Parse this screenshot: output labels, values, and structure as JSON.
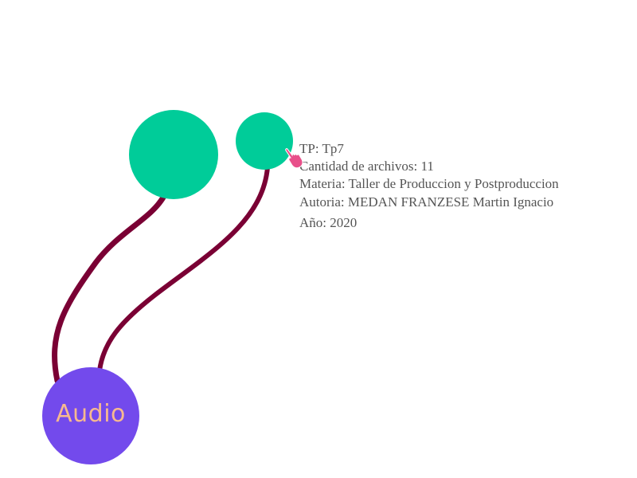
{
  "hub": {
    "label": "Audio",
    "fill_color": "#734aec",
    "label_color": "#f7b98f"
  },
  "nodes": [
    {
      "name": "node-large",
      "fill_color": "#00cc99"
    },
    {
      "name": "node-small",
      "fill_color": "#00cc99"
    }
  ],
  "link_color": "#7a0034",
  "info": {
    "tp": "TP: Tp7",
    "archivos": "Cantidad de archivos: 11",
    "materia": "Materia: Taller de Produccion y Postproduccion",
    "autoria": "Autoria: MEDAN FRANZESE Martin Ignacio",
    "anio": "Año: 2020"
  },
  "cursor": {
    "icon": "hand-pointer-icon",
    "color": "#e8508a"
  }
}
